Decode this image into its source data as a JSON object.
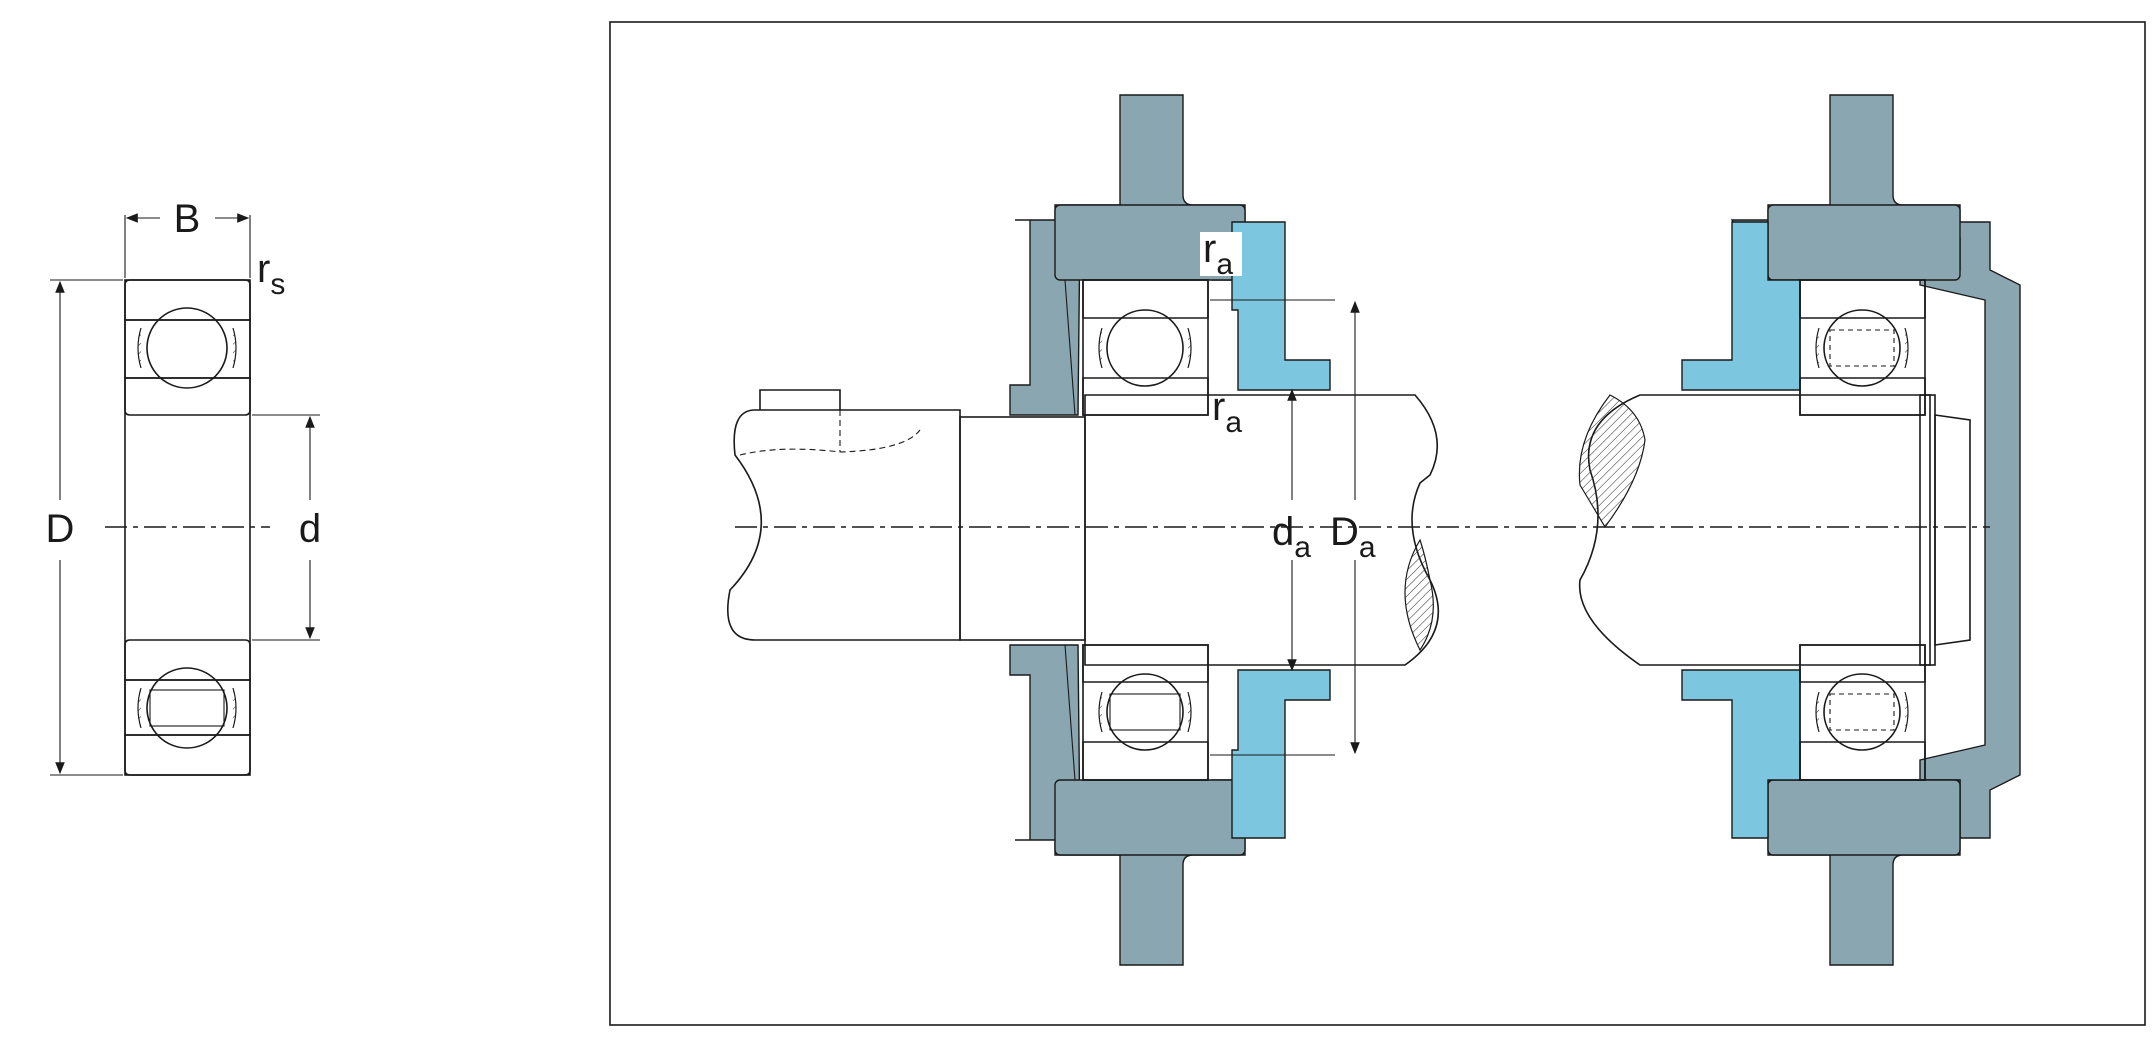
{
  "labels": {
    "width": "B",
    "fillet_radius": "r",
    "fillet_radius_sub": "s",
    "outer_diameter": "D",
    "bore_diameter": "d",
    "abutment_radius": "r",
    "abutment_radius_sub": "a",
    "shaft_abutment_diameter": "d",
    "shaft_abutment_diameter_sub": "a",
    "housing_abutment_diameter": "D",
    "housing_abutment_diameter_sub": "a"
  },
  "colors": {
    "housing": "#8aa6b0",
    "seal_ring": "#7cc6df",
    "hatch": "#333333",
    "line": "#1a1a1a"
  }
}
